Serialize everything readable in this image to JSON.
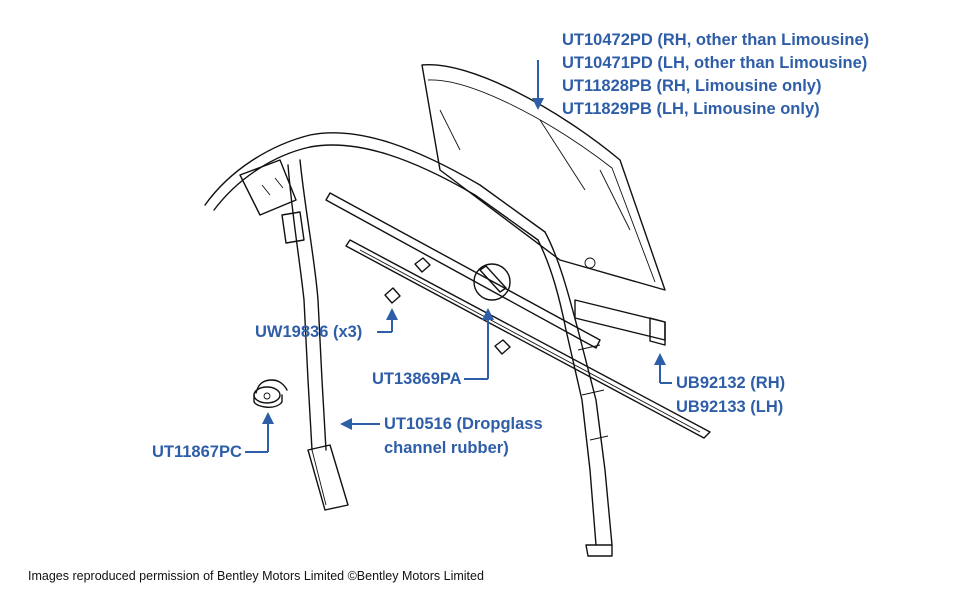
{
  "callouts": {
    "glass": {
      "line1": "UT10472PD (RH, other than Limousine)",
      "line2": "UT10471PD (LH, other than Limousine)",
      "line3": "UT11828PB (RH, Limousine only)",
      "line4": "UT11829PB (LH, Limousine only)"
    },
    "clip": "UW19836 (x3)",
    "bracket": "UT13869PA",
    "channel_rubber": {
      "line1": "UT10516 (Dropglass",
      "line2": "channel rubber)"
    },
    "grommet": "UT11867PC",
    "seal": {
      "line1": "UB92132 (RH)",
      "line2": "UB92133 (LH)"
    }
  },
  "credit": "Images reproduced permission of Bentley Motors Limited ©Bentley Motors Limited",
  "colors": {
    "label": "#2f5ea8",
    "line_art": "#111111",
    "background": "#ffffff"
  }
}
